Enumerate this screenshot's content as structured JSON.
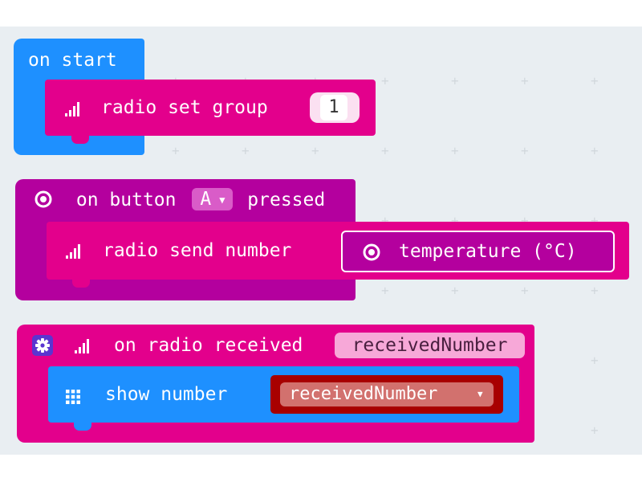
{
  "blocks": {
    "on_start": {
      "label": "on start",
      "inner": {
        "label": "radio set group",
        "value": "1"
      }
    },
    "on_button": {
      "prefix": "on button",
      "button": "A",
      "suffix": "pressed",
      "inner": {
        "label": "radio send number",
        "reporter": "temperature (°C)"
      }
    },
    "on_radio": {
      "label": "on radio received",
      "param": "receivedNumber",
      "inner": {
        "label": "show number",
        "variable": "receivedNumber"
      }
    }
  },
  "icons": {
    "signal": "signal-bars-icon",
    "input": "input-radio-icon",
    "led": "led-grid-icon",
    "gear": "gear-icon",
    "dropdown": "dropdown-arrow-icon"
  },
  "colors": {
    "basic_blue": "#1e90ff",
    "radio_pink": "#e3008c",
    "input_purple": "#b4009e",
    "variable_red": "#a80000",
    "workspace": "#e9eef2"
  }
}
